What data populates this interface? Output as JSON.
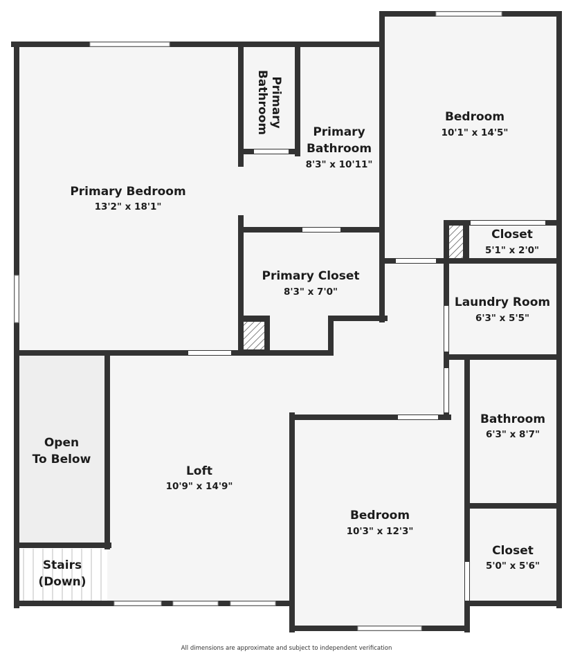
{
  "plan": {
    "colors": {
      "wall": "#333333",
      "floor": "#f5f5f5",
      "open": "#eeeeee",
      "window": "#ffffff"
    },
    "rooms": {
      "primary_bedroom": {
        "name": "Primary Bedroom",
        "dims": "13'2\" x 18'1\""
      },
      "primary_wc": {
        "name_1": "Primary",
        "name_2": "Bathroom"
      },
      "primary_bathroom": {
        "name_1": "Primary",
        "name_2": "Bathroom",
        "dims": "8'3\" x 10'11\""
      },
      "bedroom_ne": {
        "name": "Bedroom",
        "dims": "10'1\" x 14'5\""
      },
      "closet_ne": {
        "name": "Closet",
        "dims": "5'1\" x 2'0\""
      },
      "primary_closet": {
        "name": "Primary Closet",
        "dims": "8'3\" x 7'0\""
      },
      "laundry": {
        "name": "Laundry Room",
        "dims": "6'3\" x 5'5\""
      },
      "open_below": {
        "name_1": "Open",
        "name_2": "To Below"
      },
      "loft": {
        "name": "Loft",
        "dims": "10'9\" x 14'9\""
      },
      "bathroom": {
        "name": "Bathroom",
        "dims": "6'3\" x 8'7\""
      },
      "bedroom_se": {
        "name": "Bedroom",
        "dims": "10'3\" x 12'3\""
      },
      "closet_se": {
        "name": "Closet",
        "dims": "5'0\" x 5'6\""
      },
      "stairs": {
        "name_1": "Stairs",
        "name_2": "(Down)"
      }
    },
    "footer": "All dimensions are approximate and subject to independent verification"
  }
}
